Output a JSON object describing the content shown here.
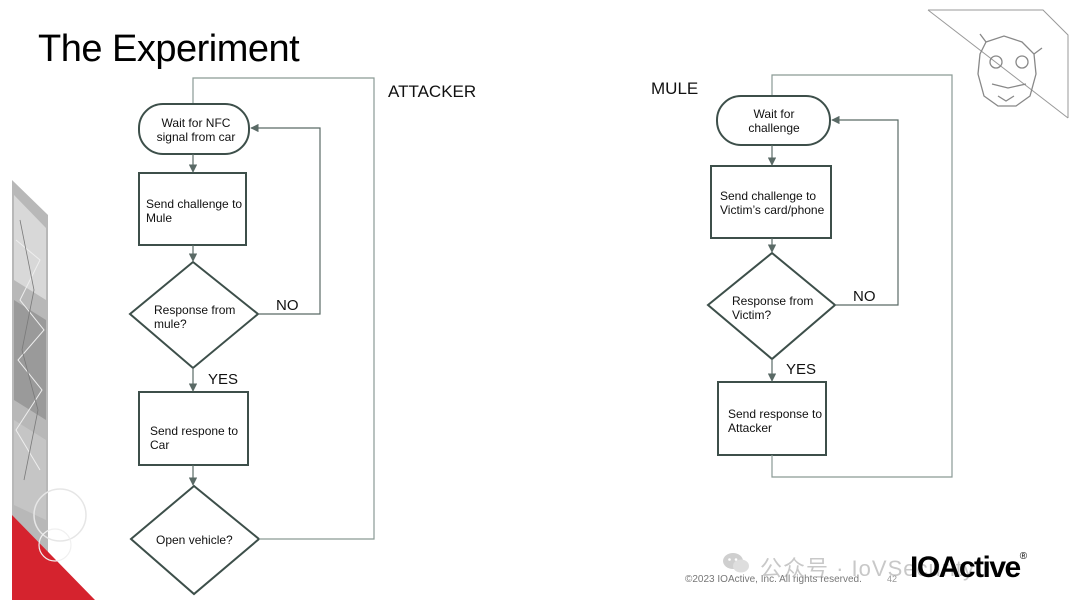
{
  "slide": {
    "title": "The Experiment",
    "attacker_label": "ATTACKER",
    "mule_label": "MULE",
    "footer": "©2023 IOActive, Inc. All rights reserved.",
    "page_number": "42",
    "logo": "IOActive",
    "logo_mark": "®",
    "watermark": "公众号 · IoVSecurity"
  },
  "attacker_flow": {
    "wait": "Wait for NFC signal from car",
    "challenge": "Send challenge to Mule",
    "response_q": "Response from mule?",
    "send_car": "Send respone to Car",
    "open_q": "Open vehicle?",
    "no": "NO",
    "yes": "YES"
  },
  "mule_flow": {
    "wait": "Wait for challenge",
    "challenge": "Send challenge to Victim’s card/phone",
    "response_q": "Response from Victim?",
    "send_attacker": "Send response to Attacker",
    "no": "NO",
    "yes": "YES"
  },
  "colors": {
    "stroke": "#3d4f4a",
    "connector": "#8a9a95",
    "accent_red": "#d5232e"
  }
}
